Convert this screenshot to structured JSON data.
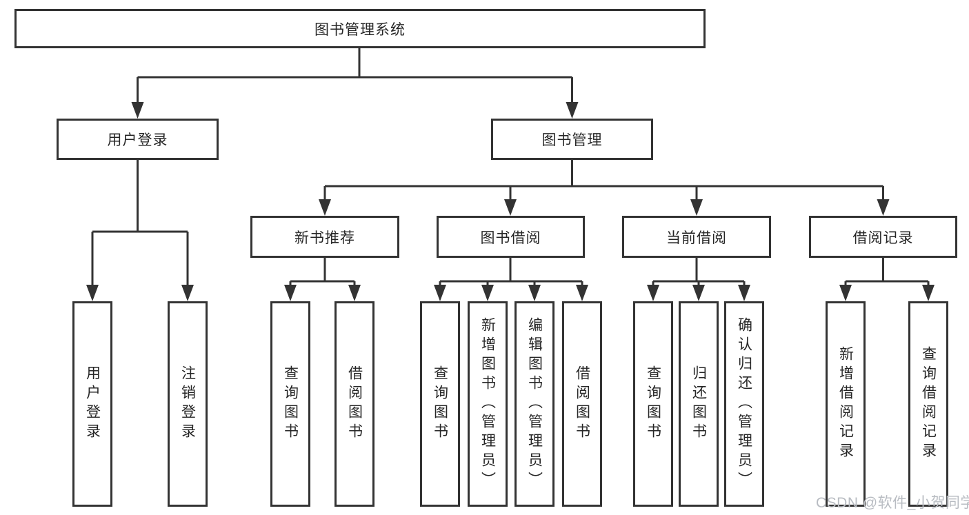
{
  "diagram": {
    "type": "hierarchy-tree",
    "title": "图书管理系统"
  },
  "tree": {
    "label": "图书管理系统",
    "children": [
      {
        "label": "用户登录",
        "children": [
          {
            "label": "用户登录"
          },
          {
            "label": "注销登录"
          }
        ]
      },
      {
        "label": "图书管理",
        "children": [
          {
            "label": "新书推荐",
            "children": [
              {
                "label": "查询图书"
              },
              {
                "label": "借阅图书"
              }
            ]
          },
          {
            "label": "图书借阅",
            "children": [
              {
                "label": "查询图书"
              },
              {
                "label": "新增图书（管理员）"
              },
              {
                "label": "编辑图书（管理员）"
              },
              {
                "label": "借阅图书"
              }
            ]
          },
          {
            "label": "当前借阅",
            "children": [
              {
                "label": "查询图书"
              },
              {
                "label": "归还图书"
              },
              {
                "label": "确认归还（管理员）"
              }
            ]
          },
          {
            "label": "借阅记录",
            "children": [
              {
                "label": "新增借阅记录"
              },
              {
                "label": "查询借阅记录"
              }
            ]
          }
        ]
      }
    ]
  },
  "watermark": {
    "text": "CSDN @软件_小贺同学"
  },
  "colors": {
    "line": "#333333",
    "box_border": "#333333",
    "background": "#ffffff",
    "text": "#262626",
    "watermark": "#b8bcc2"
  }
}
